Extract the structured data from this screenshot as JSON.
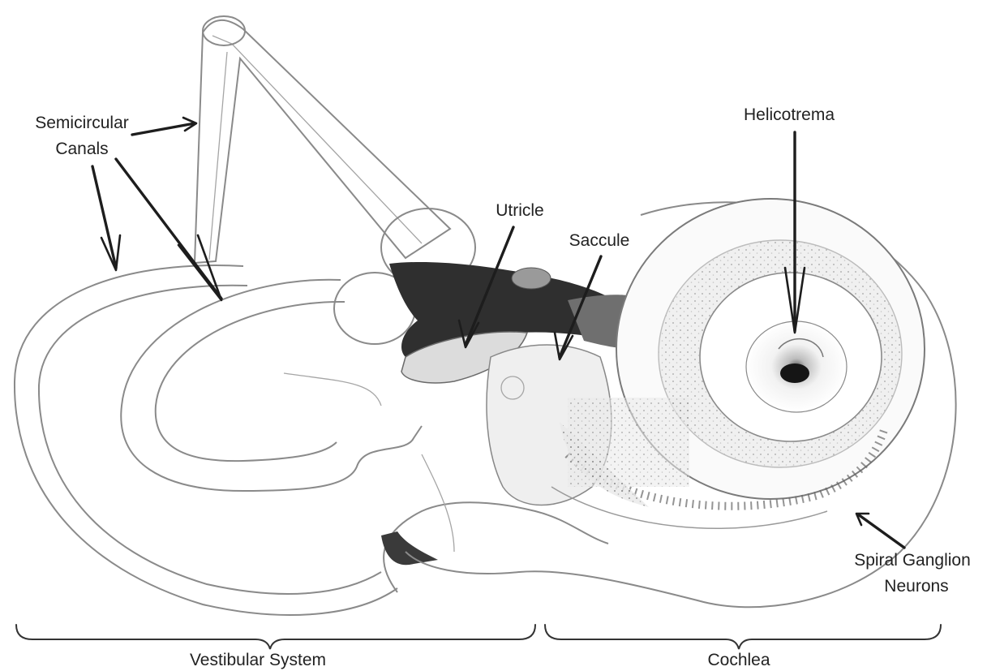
{
  "labels": {
    "semicircular_line1": "Semicircular",
    "semicircular_line2": "Canals",
    "helicotrema": "Helicotrema",
    "utricle": "Utricle",
    "saccule": "Saccule",
    "spiral_line1": "Spiral Ganglion",
    "spiral_line2": "Neurons",
    "vestibular_system": "Vestibular System",
    "cochlea": "Cochlea"
  }
}
